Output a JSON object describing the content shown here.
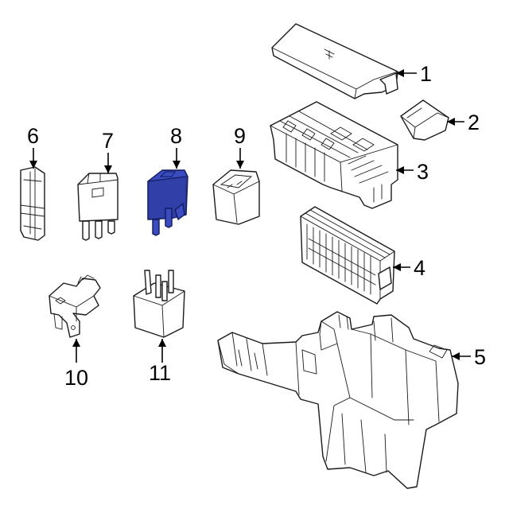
{
  "diagram": {
    "highlight_color": "#3b4cc0",
    "highlighted_callout": "8",
    "callouts": [
      "1",
      "2",
      "3",
      "4",
      "5",
      "6",
      "7",
      "8",
      "9",
      "10",
      "11"
    ]
  }
}
